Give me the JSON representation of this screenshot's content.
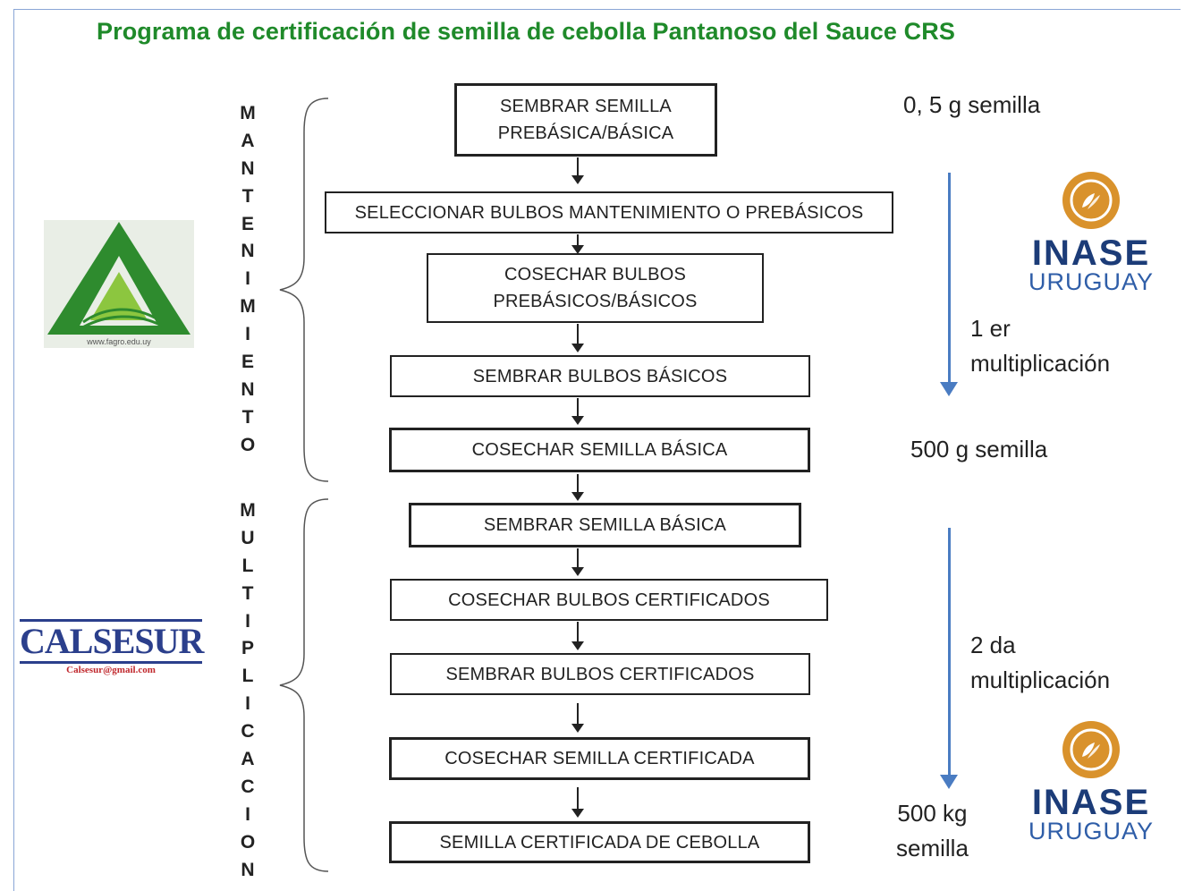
{
  "title": "Programa de certificación de semilla de cebolla Pantanoso del Sauce CRS",
  "steps": [
    "SEMBRAR SEMILLA\nPREBÁSICA/BÁSICA",
    "SELECCIONAR BULBOS MANTENIMIENTO O PREBÁSICOS",
    "COSECHAR BULBOS\nPREBÁSICOS/BÁSICOS",
    "SEMBRAR BULBOS BÁSICOS",
    "COSECHAR SEMILLA BÁSICA",
    "SEMBRAR SEMILLA BÁSICA",
    "COSECHAR BULBOS CERTIFICADOS",
    "SEMBRAR BULBOS CERTIFICADOS",
    "COSECHAR SEMILLA CERTIFICADA",
    "SEMILLA CERTIFICADA DE CEBOLLA"
  ],
  "phases": {
    "maintenance": "MANTENIMIENTO",
    "multiplication": "MULTIPLICACION"
  },
  "quantities": {
    "start": "0, 5 g semilla",
    "middle": "500 g semilla",
    "end": "500 kg\nsemilla"
  },
  "multiplications": {
    "first": "1 er\nmultiplicación",
    "second": "2 da\nmultiplicación"
  },
  "logos": {
    "inase_name": "INASE",
    "inase_country": "URUGUAY",
    "fagro_url": "www.fagro.edu.uy",
    "calsesur_name": "CALSESUR",
    "calsesur_email": "Calsesur@gmail.com"
  },
  "colors": {
    "title": "#1f8a2a",
    "arrow_blue": "#4a7cc2",
    "inase_navy": "#1c3c78",
    "inase_gold": "#d9922c",
    "fagro_green": "#2e8b2e",
    "calsesur_blue": "#2b3f8c"
  }
}
